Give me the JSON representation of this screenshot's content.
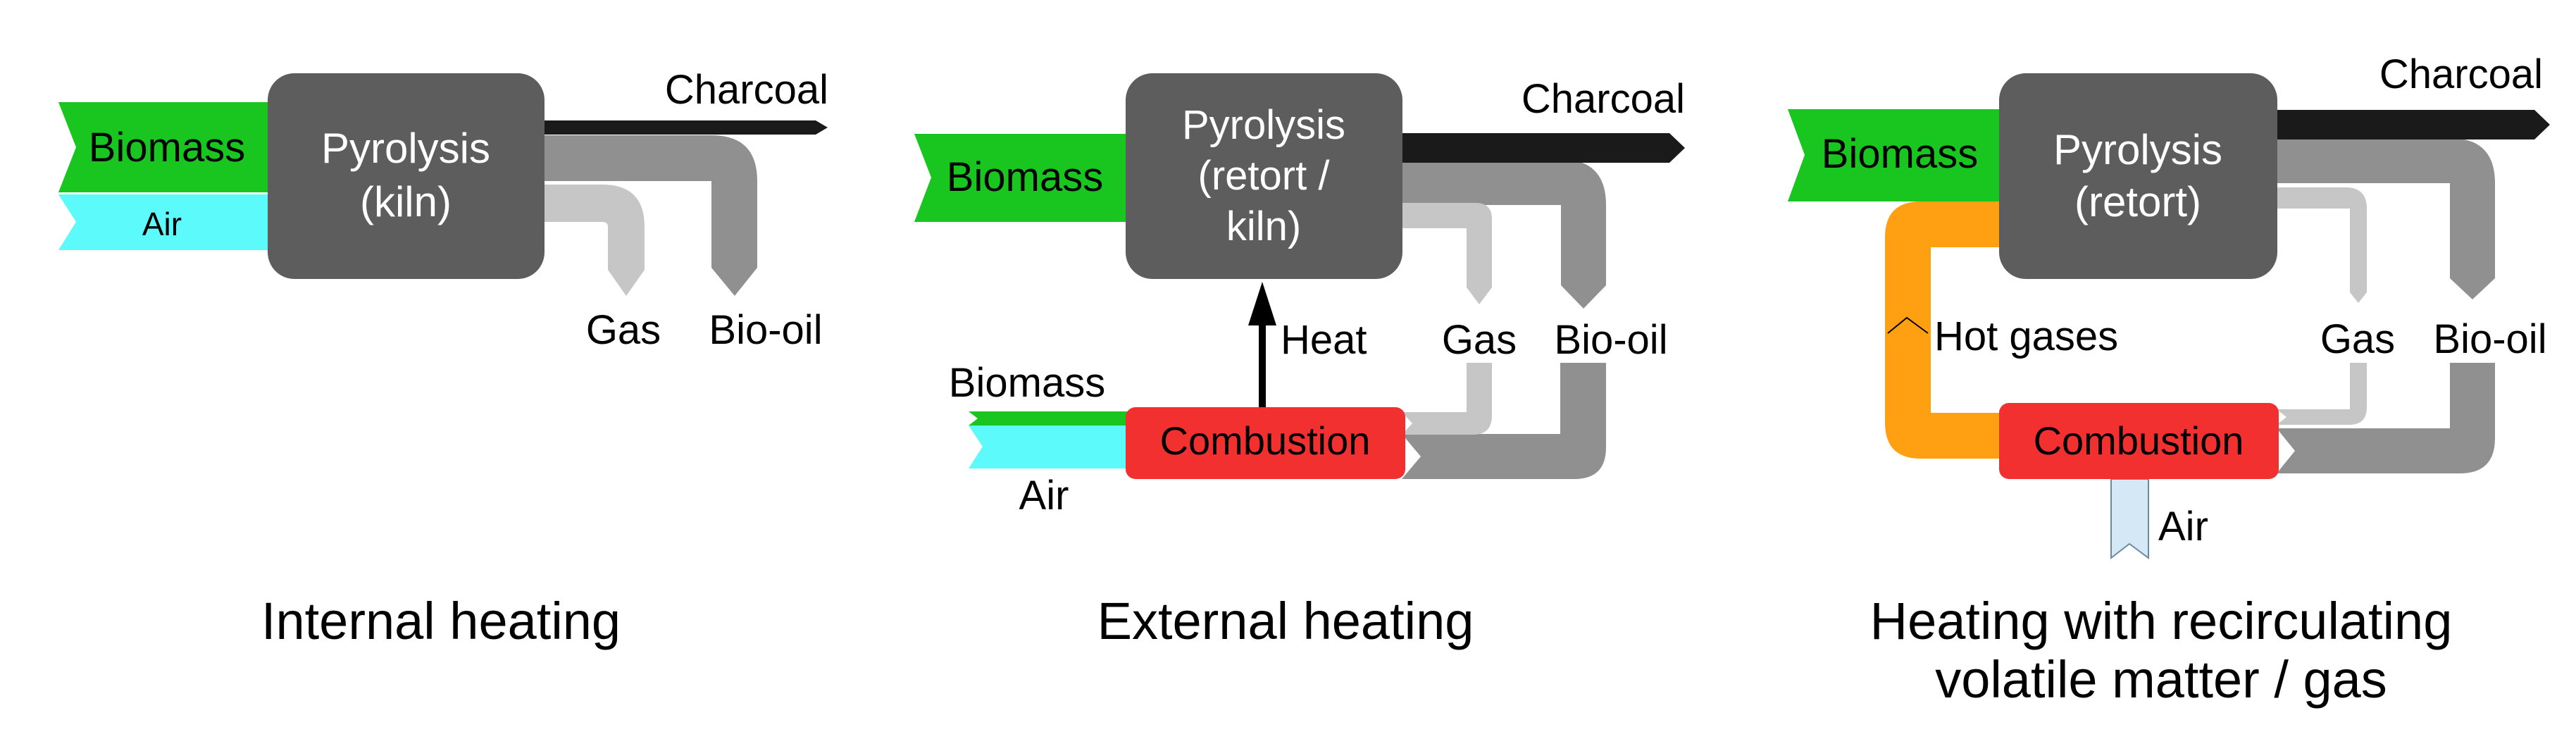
{
  "colors": {
    "biomass": "#18c61f",
    "air_cyan": "#5cfafa",
    "air_light": "#d4e8f5",
    "pyrolysis_box": "#5d5d5d",
    "combustion_box": "#f33030",
    "hot_gases": "#ff9f12",
    "charcoal": "#1a1a1a",
    "bio_oil": "#909090",
    "gas": "#c6c6c6",
    "heat_arrow": "#000000"
  },
  "panel_internal": {
    "caption": "Internal heating",
    "pyrolysis_line1": "Pyrolysis",
    "pyrolysis_line2": "(kiln)",
    "biomass": "Biomass",
    "air": "Air",
    "charcoal": "Charcoal",
    "gas": "Gas",
    "bio_oil": "Bio-oil"
  },
  "panel_external": {
    "caption": "External heating",
    "pyrolysis_line1": "Pyrolysis",
    "pyrolysis_line2": "(retort /",
    "pyrolysis_line3": "kiln)",
    "biomass": "Biomass",
    "charcoal": "Charcoal",
    "heat": "Heat",
    "gas": "Gas",
    "bio_oil": "Bio-oil",
    "biomass_fuel": "Biomass",
    "air": "Air",
    "combustion": "Combustion"
  },
  "panel_recirculating": {
    "caption_line1": "Heating with recirculating",
    "caption_line2": "volatile matter / gas",
    "pyrolysis_line1": "Pyrolysis",
    "pyrolysis_line2": "(retort)",
    "biomass": "Biomass",
    "charcoal": "Charcoal",
    "hot_gases": "Hot gases",
    "gas": "Gas",
    "bio_oil": "Bio-oil",
    "combustion": "Combustion",
    "air": "Air"
  }
}
